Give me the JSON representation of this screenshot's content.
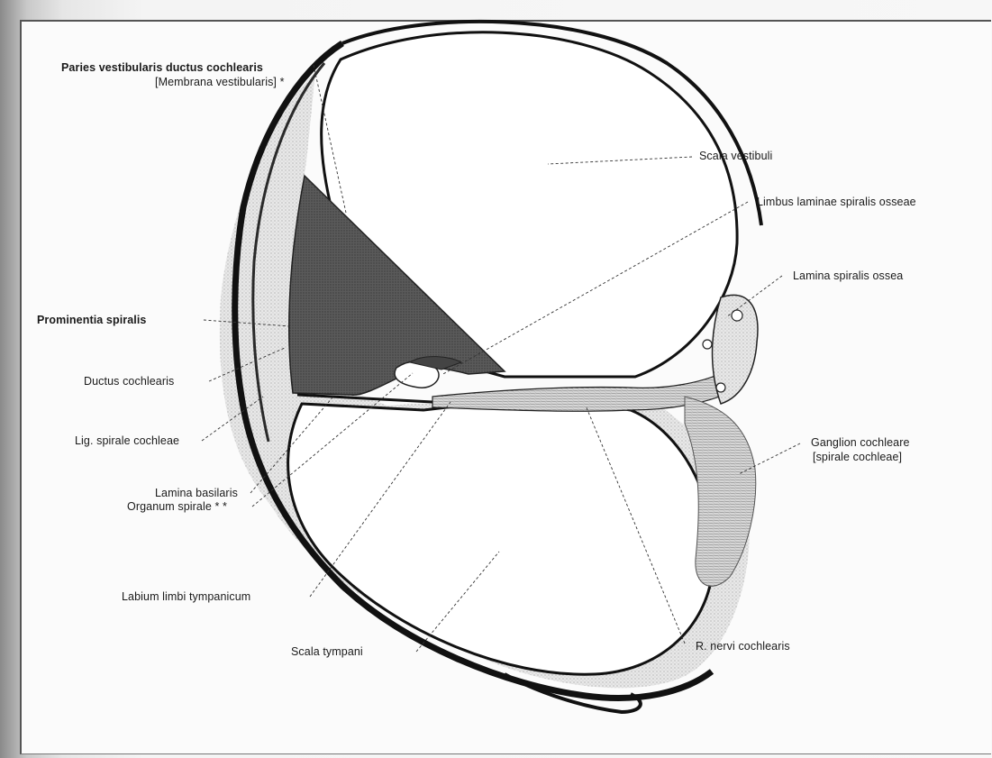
{
  "labels": {
    "paries_1": "Paries vestibularis ductus cochlearis",
    "paries_2": "[Membrana vestibularis] *",
    "scala_vestibuli": "Scala vestibuli",
    "limbus": "Limbus laminae spiralis osseae",
    "lamina_spiralis": "Lamina spiralis ossea",
    "prominentia": "Prominentia spiralis",
    "ductus": "Ductus cochlearis",
    "lig_spirale": "Lig. spirale cochleae",
    "ganglion_1": "Ganglion cochleare",
    "ganglion_2": "[spirale cochleae]",
    "lamina_basilaris": "Lamina basilaris",
    "organum": "Organum spirale * *",
    "labium": "Labium limbi tympanicum",
    "scala_tympani": "Scala tympani",
    "r_nervi": "R. nervi cochlearis"
  }
}
